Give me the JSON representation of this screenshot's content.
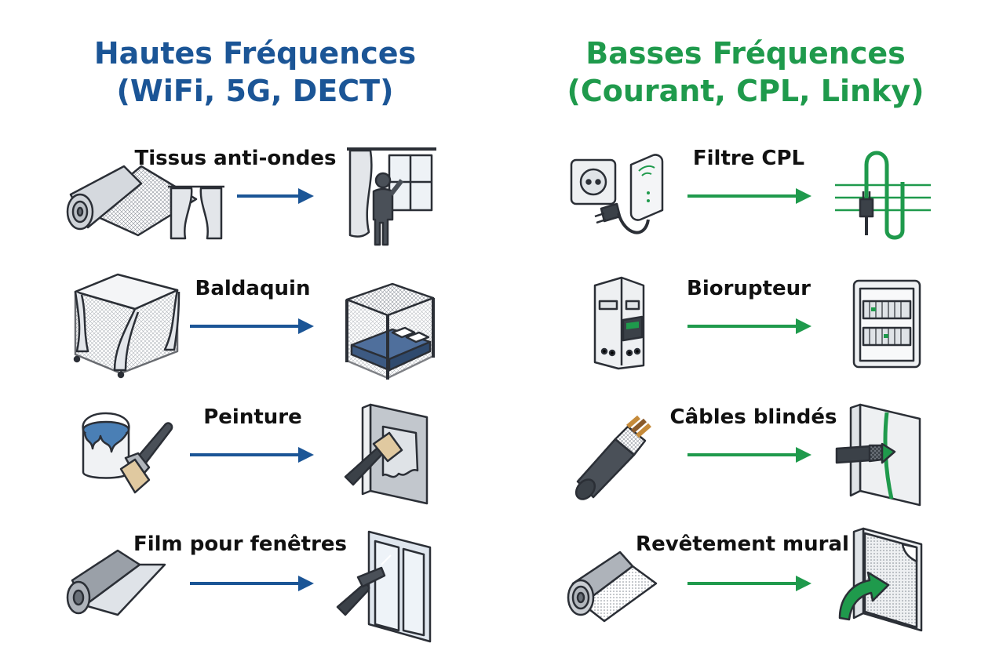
{
  "colors": {
    "hf": "#1b5596",
    "bf": "#1f9a4c",
    "outline": "#2b2f36",
    "fabric": "#e3e6ea",
    "grey": "#9aa0a8",
    "dark": "#4a5058"
  },
  "hf": {
    "title_line1": "Hautes Fréquences",
    "title_line2": "(WiFi, 5G, DECT)",
    "items": [
      {
        "label": "Tissus anti-ondes",
        "icon_from": "fabric-roll-icon",
        "icon_to": "curtain-window-icon"
      },
      {
        "label": "Baldaquin",
        "icon_from": "canopy-icon",
        "icon_to": "bed-canopy-icon"
      },
      {
        "label": "Peinture",
        "icon_from": "paint-can-icon",
        "icon_to": "painted-wall-icon"
      },
      {
        "label": "Film pour fenêtres",
        "icon_from": "film-roll-icon",
        "icon_to": "window-squeegee-icon"
      }
    ]
  },
  "bf": {
    "title_line1": "Basses Fréquences",
    "title_line2": "(Courant, CPL, Linky)",
    "items": [
      {
        "label": "Filtre CPL",
        "icon_from": "plc-filter-icon",
        "icon_to": "filtered-plug-icon"
      },
      {
        "label": "Biorupteur",
        "icon_from": "circuit-breaker-icon",
        "icon_to": "electrical-panel-icon"
      },
      {
        "label": "Câbles blindés",
        "icon_from": "shielded-cable-icon",
        "icon_to": "wall-cable-icon"
      },
      {
        "label": "Revêtement mural",
        "icon_from": "wall-covering-roll-icon",
        "icon_to": "wall-covering-icon"
      }
    ]
  }
}
